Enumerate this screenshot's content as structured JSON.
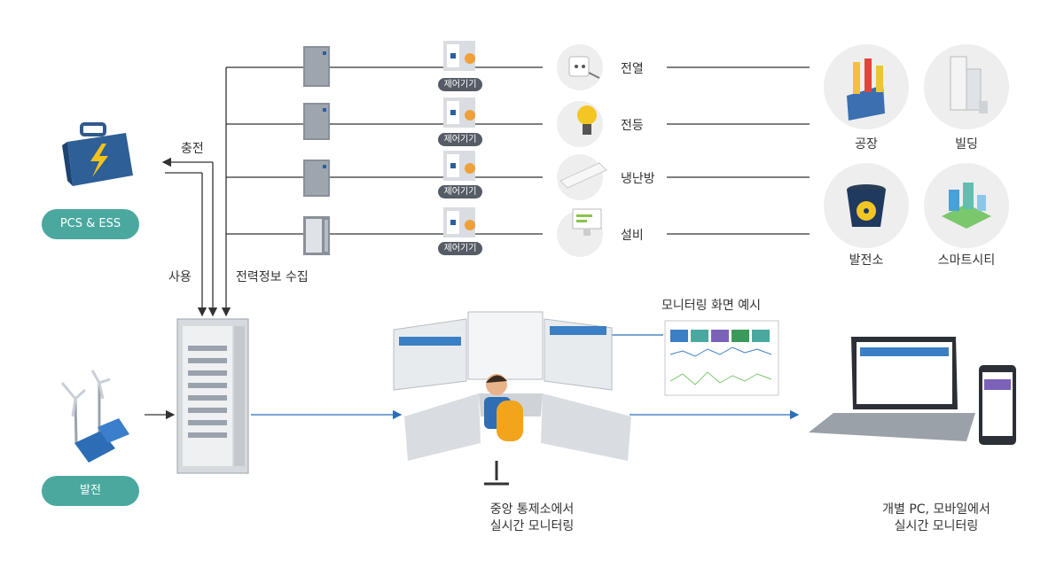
{
  "sources": {
    "pcs_ess": "PCS & ESS",
    "generation": "발전"
  },
  "flows": {
    "charge": "충전",
    "use": "사용",
    "power_info": "전력정보 수집"
  },
  "control_device": "제어기기",
  "loads": [
    "전열",
    "전등",
    "냉난방",
    "설비"
  ],
  "facilities": [
    "공장",
    "빌딩",
    "발전소",
    "스마트시티"
  ],
  "monitoring": {
    "example_title": "모니터링 화면 예시",
    "central_line1": "중앙 통제소에서",
    "central_line2": "실시간 모니터링",
    "personal_line1": "개별 PC, 모바일에서",
    "personal_line2": "실시간 모니터링"
  },
  "colors": {
    "teal": "#4aa89f",
    "blue_arrow": "#2a6fb8",
    "line": "#333333",
    "circle_bg": "#eeeeee"
  }
}
